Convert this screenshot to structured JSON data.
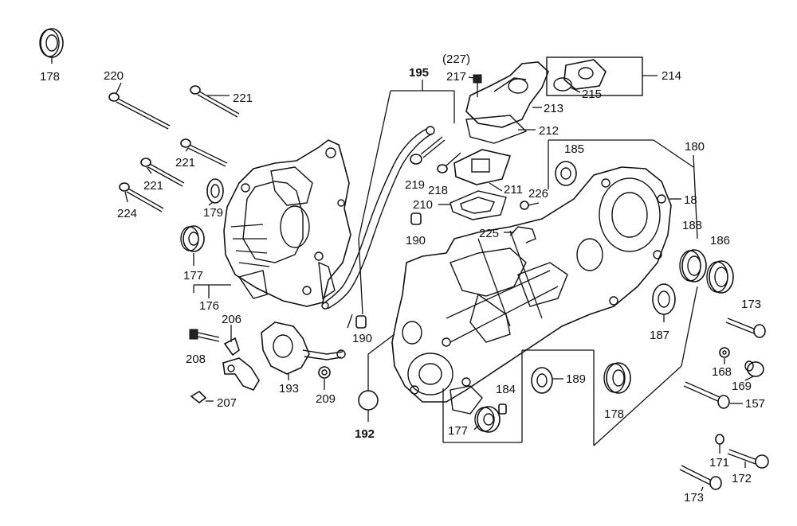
{
  "labels": {
    "p178a": "178",
    "p220": "220",
    "p221a": "221",
    "p221b": "221",
    "p221c": "221",
    "p224": "224",
    "p179": "179",
    "p177a": "177",
    "p176": "176",
    "p195": "195",
    "p227": "(227)",
    "p217": "217",
    "p214": "214",
    "p215": "215",
    "p213": "213",
    "p212": "212",
    "p185": "185",
    "p180": "180",
    "p219": "219",
    "p218": "218",
    "p211": "211",
    "p226": "226",
    "p210": "210",
    "p18": "18",
    "p190a": "190",
    "p225": "225",
    "p188": "188",
    "p186": "186",
    "p173a": "173",
    "p187": "187",
    "p190b": "190",
    "p206": "206",
    "p208": "208",
    "p193": "193",
    "p209": "209",
    "p207": "207",
    "p192": "192",
    "p168": "168",
    "p169": "169",
    "p189": "189",
    "p184": "184",
    "p178b": "178",
    "p177b": "177",
    "p157": "157",
    "p171": "171",
    "p172": "172",
    "p173b": "173"
  }
}
